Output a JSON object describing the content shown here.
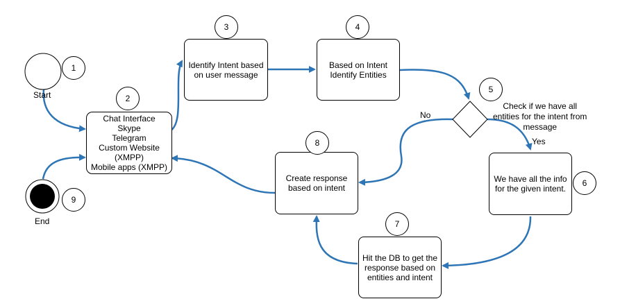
{
  "nodes": {
    "start": {
      "label": "Start"
    },
    "end": {
      "label": "End"
    },
    "chat_interface": {
      "lines": [
        "Chat Interface",
        "Skype",
        "Telegram",
        "Custom Website",
        "(XMPP)",
        "Mobile apps (XMPP)"
      ]
    },
    "identify_intent": {
      "lines": [
        "Identify Intent based",
        "on user message"
      ]
    },
    "identify_entities": {
      "lines": [
        "Based on Intent",
        "Identify Entities"
      ]
    },
    "decision": {
      "note_lines": [
        "Check if we have all",
        "entities for the intent from",
        "message"
      ],
      "no_label": "No",
      "yes_label": "Yes"
    },
    "have_all_info": {
      "lines": [
        "We have all the info",
        "for the given intent."
      ]
    },
    "hit_db": {
      "lines": [
        "Hit the DB to get the",
        "response based on",
        "entities and intent"
      ]
    },
    "create_response": {
      "lines": [
        "Create response",
        "based on intent"
      ]
    }
  },
  "badges": [
    "1",
    "2",
    "3",
    "4",
    "5",
    "6",
    "7",
    "8",
    "9"
  ],
  "colors": {
    "arrow": "#2e75b6",
    "border": "#000000",
    "fill": "#ffffff"
  }
}
